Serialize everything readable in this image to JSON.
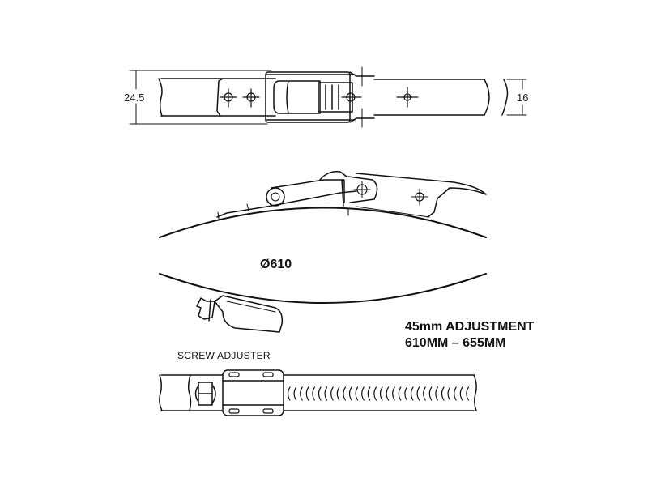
{
  "drawing": {
    "title": "Band clamp with over-centre latch and screw adjuster",
    "line_color": "#111111",
    "background": "#ffffff"
  },
  "top_view": {
    "band_width_label": "24.5",
    "strap_width_label": "16"
  },
  "side_view": {
    "diameter_label": "Ø610"
  },
  "adjustment": {
    "line1": "45mm ADJUSTMENT",
    "line2": "610MM – 655MM"
  },
  "adjuster_view": {
    "title": "SCREW ADJUSTER"
  }
}
